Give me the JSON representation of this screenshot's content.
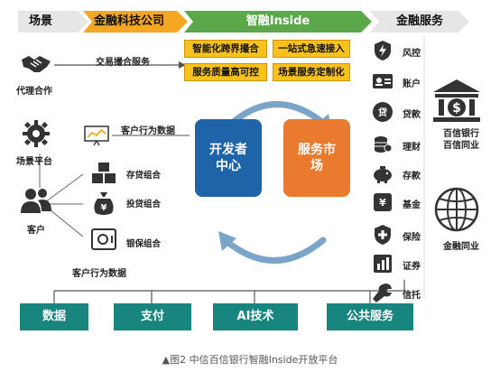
{
  "header": {
    "scene": "场景",
    "fintech": "金融科技公司",
    "inside": "智融Inside",
    "finservice": "金融服务"
  },
  "capabilities": [
    "智能化跨界撮合",
    "一站式急速接入",
    "服务质量高可控",
    "场景服务定制化"
  ],
  "left": {
    "agent": "代理合作",
    "trade_service": "交易撮合服务",
    "platform": "场景平台",
    "behavior_top": "客户行为数据",
    "customer": "客户",
    "portfolios": [
      "存贷组合",
      "投贷组合",
      "银保组合"
    ],
    "behavior_bottom": "客户行为数据"
  },
  "center": {
    "developer": "开发者中心",
    "market": "服务市场"
  },
  "fin_services": [
    "风控",
    "账户",
    "贷款",
    "理财",
    "存款",
    "基金",
    "保险",
    "证券",
    "信托"
  ],
  "right": {
    "bank_label": "百信银行\n百信同业",
    "peer_label": "金融同业"
  },
  "tech": [
    "数据",
    "支付",
    "AI技术",
    "公共服务"
  ],
  "caption": "▲图2 中信百信银行智融Inside开放平台",
  "colors": {
    "green": "#5aa84a",
    "orange": "#f5a623",
    "yellow": "#f8c11e",
    "blue": "#1e64a8",
    "service_orange": "#ea7a2e",
    "teal": "#19857f"
  }
}
